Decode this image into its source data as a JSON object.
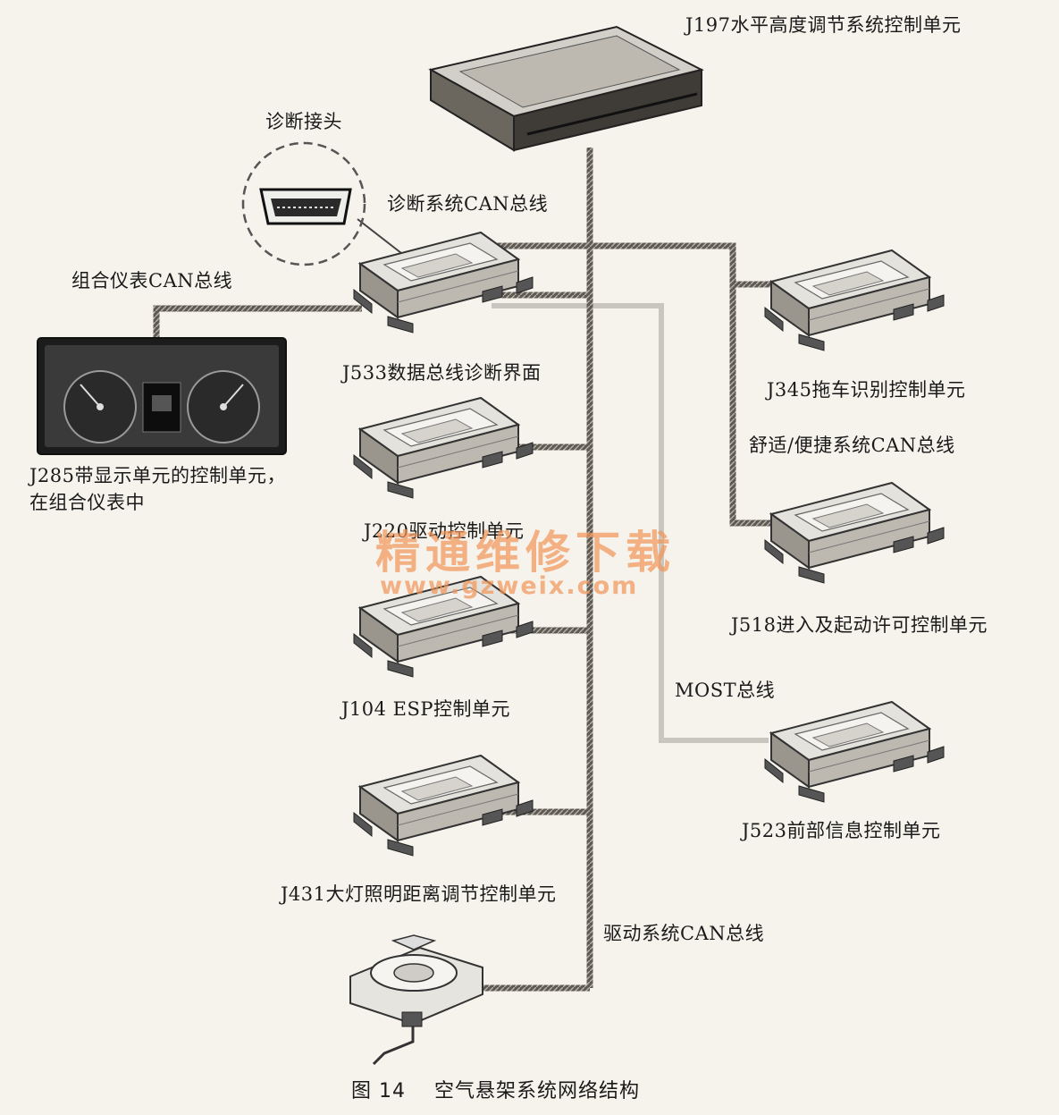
{
  "labels": {
    "j197": "J197水平高度调节系统控制单元",
    "diag_connector": "诊断接头",
    "diag_can": "诊断系统CAN总线",
    "cluster_can": "组合仪表CAN总线",
    "j533": "J533数据总线诊断界面",
    "j285": "J285带显示单元的控制单元，\n在组合仪表中",
    "j345": "J345拖车识别控制单元",
    "comfort_can": "舒适/便捷系统CAN总线",
    "j220": "J220驱动控制单元",
    "j518": "J518进入及起动许可控制单元",
    "j104": "J104 ESP控制单元",
    "most_bus": "MOST总线",
    "j523": "J523前部信息控制单元",
    "j431": "J431大灯照明距离调节控制单元",
    "drive_can": "驱动系统CAN总线"
  },
  "watermark": {
    "text": "精通维修下载",
    "url": "www.gzweix.com"
  },
  "caption": {
    "figure": "图 14",
    "title": "空气悬架系统网络结构"
  },
  "colors": {
    "can_bus": "#6f6a62",
    "most_bus": "#c9c6bf",
    "watermark": "#f0965a"
  }
}
